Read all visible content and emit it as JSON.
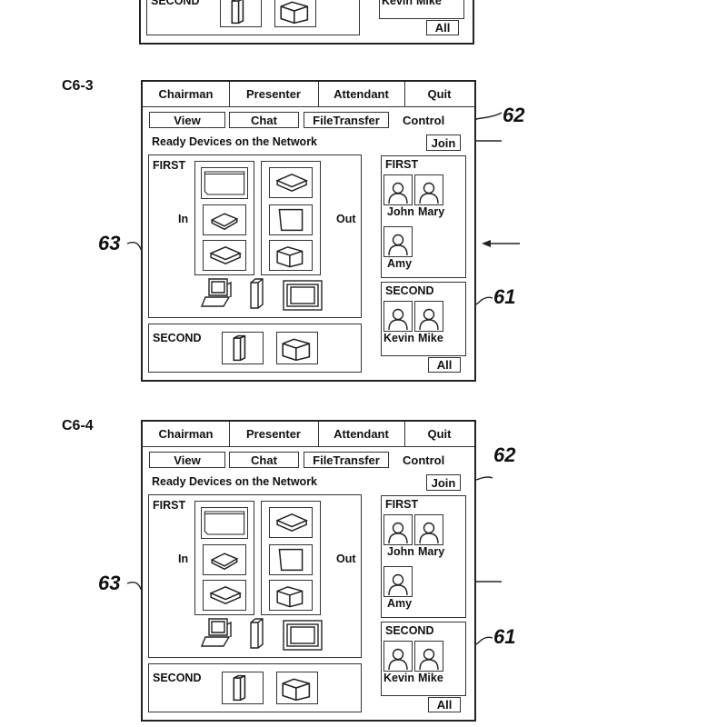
{
  "figures": [
    {
      "label": "",
      "partial": true
    },
    {
      "label": "C6-3",
      "ref_join": "62",
      "ref_devices": "63",
      "ref_members": "61"
    },
    {
      "label": "C6-4",
      "ref_join": "62",
      "ref_devices": "63",
      "ref_members": "61"
    }
  ],
  "panel": {
    "tabs": [
      "Chairman",
      "Presenter",
      "Attendant",
      "Quit"
    ],
    "buttons": [
      "View",
      "Chat",
      "FileTransfer"
    ],
    "control_label": "Control",
    "ready_title": "Ready Devices on the Network",
    "join_label": "Join",
    "all_label": "All",
    "device_groups": {
      "first": "FIRST",
      "second": "SECOND",
      "in_label": "In",
      "out_label": "Out"
    },
    "member_groups": [
      {
        "name": "FIRST",
        "members": [
          "John",
          "Mary",
          "Amy"
        ]
      },
      {
        "name": "SECOND",
        "members": [
          "Kevin",
          "Mike"
        ]
      }
    ]
  }
}
